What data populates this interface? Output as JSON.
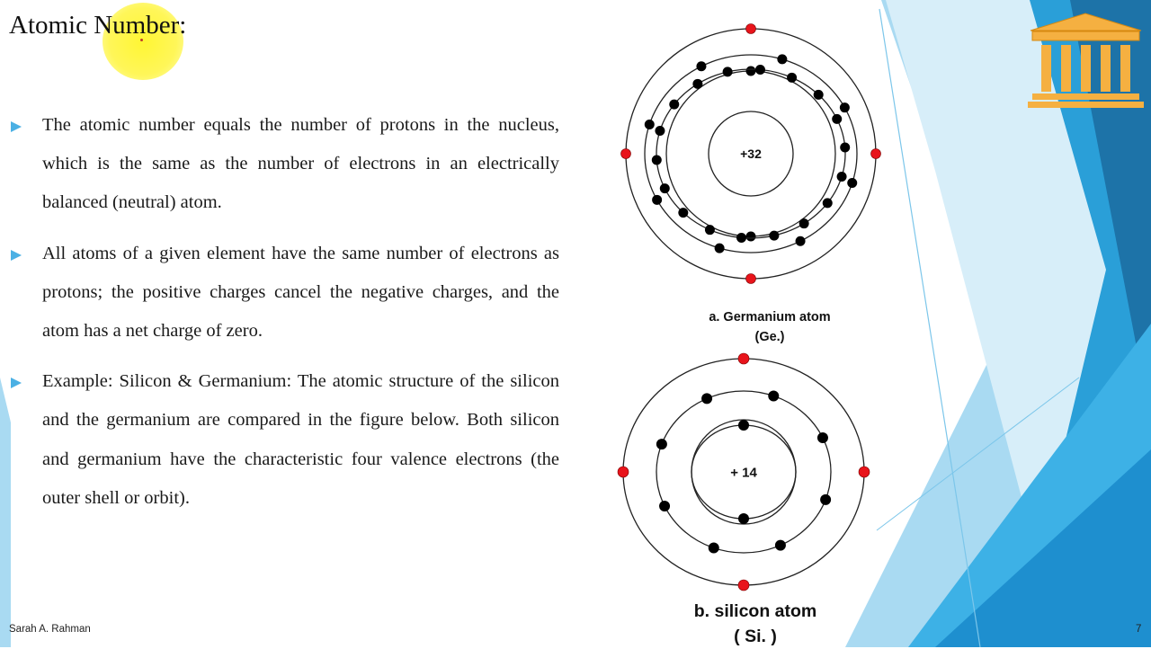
{
  "slide": {
    "title": "Atomic Number:",
    "bullets": [
      "The atomic number equals the number of protons in the nucleus, which is the same as the number of electrons in an electrically balanced (neutral) atom.",
      "All atoms of a given element have the same number of electrons as protons; the positive charges cancel the negative charges, and the atom has a net charge of zero.",
      "Example: Silicon & Germanium: The atomic structure of the silicon and the germanium are compared in the figure below. Both silicon and germanium have the characteristic four valence electrons (the outer shell or orbit)."
    ],
    "bullet_icon": "triangle-arrow-icon",
    "bullet_color": "#4bb0e4",
    "author": "Sarah A. Rahman",
    "page_number": "7"
  },
  "figures": {
    "germanium": {
      "label_line1": "a. Germanium atom",
      "label_line2": "(Ge.)",
      "nucleus": "+32",
      "shell_electrons": [
        2,
        8,
        18,
        4
      ]
    },
    "silicon": {
      "label_line1": "b. silicon atom",
      "label_line2": "( Si. )",
      "nucleus": "+ 14",
      "shell_electrons": [
        2,
        8,
        4
      ]
    },
    "colors": {
      "electron": "#000000",
      "valence_electron": "#e8141b",
      "orbit": "#222222"
    }
  },
  "decor": {
    "logo_icon": "building-columns-icon",
    "logo_color": "#f5b041",
    "accent_blue": "#2a9fd8",
    "light_blue": "#a9daf2",
    "highlight_color": "#fff530"
  }
}
